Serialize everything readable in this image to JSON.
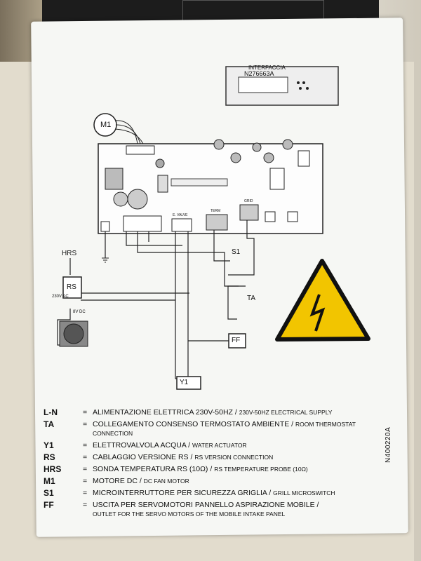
{
  "interface": {
    "title": "INTERFACCIA",
    "code": "N276663A"
  },
  "labels": {
    "m1": "M1",
    "hrs": "HRS",
    "rs": "RS",
    "s1": "S1",
    "ta": "TA",
    "ff": "FF",
    "y1": "Y1",
    "term": "TERM",
    "grid": "GRID",
    "evalve": "E. VALVE",
    "v230": "230V AC",
    "v8dc": "8V DC"
  },
  "legend": [
    {
      "code": "L-N",
      "it": "Alimentazione elettrica 230V-50Hz",
      "en": "230V-50Hz electrical supply"
    },
    {
      "code": "TA",
      "it": "Collegamento consenso termostato ambiente",
      "en": "Room thermostat connection"
    },
    {
      "code": "Y1",
      "it": "Elettrovalvola acqua",
      "en": "Water actuator"
    },
    {
      "code": "RS",
      "it": "Cablaggio versione RS",
      "en": "RS version connection"
    },
    {
      "code": "HRS",
      "it": "Sonda temperatura RS (10Ω)",
      "en": "RS temperature probe (10Ω)"
    },
    {
      "code": "M1",
      "it": "Motore DC",
      "en": "DC fan motor"
    },
    {
      "code": "S1",
      "it": "Microinterruttore per sicurezza griglia",
      "en": "Grill microswitch"
    },
    {
      "code": "FF",
      "it": "Uscita per servomotori pannello aspirazione mobile",
      "en": "Outlet for the servo motors of the mobile intake panel"
    }
  ],
  "doc_code": "N400220A",
  "colors": {
    "warning": "#f2c500",
    "sticker": "#f6f7f4"
  }
}
